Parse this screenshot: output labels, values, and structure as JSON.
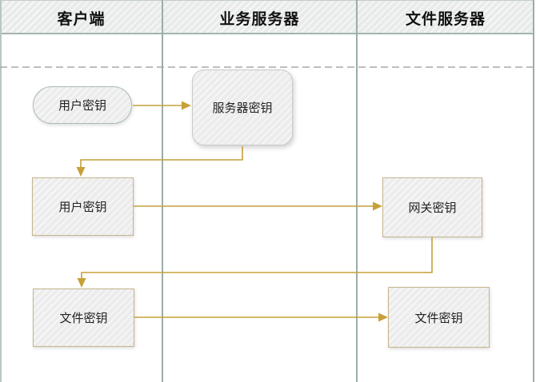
{
  "diagram": {
    "lanes": [
      {
        "label": "客户端"
      },
      {
        "label": "业务服务器"
      },
      {
        "label": "文件服务器"
      }
    ],
    "nodes": [
      {
        "id": "user-key-start",
        "label": "用户密钥",
        "shape": "stadium",
        "lane": "客户端"
      },
      {
        "id": "server-key",
        "label": "服务器密钥",
        "shape": "rounded-rect",
        "lane": "业务服务器"
      },
      {
        "id": "user-key",
        "label": "用户密钥",
        "shape": "rect",
        "lane": "客户端"
      },
      {
        "id": "gateway-key",
        "label": "网关密钥",
        "shape": "rect",
        "lane": "文件服务器"
      },
      {
        "id": "file-key-client",
        "label": "文件密钥",
        "shape": "rect",
        "lane": "客户端"
      },
      {
        "id": "file-key-server",
        "label": "文件密钥",
        "shape": "rect",
        "lane": "文件服务器"
      }
    ],
    "connections": [
      {
        "from": "user-key-start",
        "to": "server-key"
      },
      {
        "from": "server-key",
        "to": "user-key"
      },
      {
        "from": "user-key",
        "to": "gateway-key"
      },
      {
        "from": "gateway-key",
        "to": "file-key-client"
      },
      {
        "from": "file-key-client",
        "to": "file-key-server"
      }
    ],
    "colors": {
      "arrow": "#c6a038",
      "lane_border": "#9aaea7",
      "tan_border": "#c5b58e",
      "green_border": "#a9bcb5",
      "header_bg": "#e9eaea",
      "dashed_line": "#a8a8a8"
    }
  }
}
